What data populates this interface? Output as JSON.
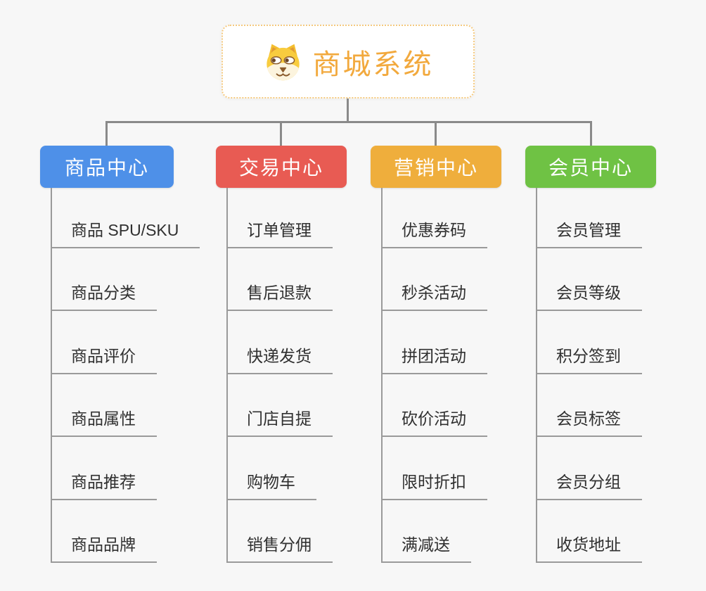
{
  "root": {
    "title": "商城系统",
    "icon": "shiba-dog-icon"
  },
  "branches": [
    {
      "id": "product-center",
      "label": "商品中心",
      "color": "#4E90E8",
      "children": [
        "商品 SPU/SKU",
        "商品分类",
        "商品评价",
        "商品属性",
        "商品推荐",
        "商品品牌"
      ]
    },
    {
      "id": "trade-center",
      "label": "交易中心",
      "color": "#E85B53",
      "children": [
        "订单管理",
        "售后退款",
        "快递发货",
        "门店自提",
        "购物车",
        "销售分佣"
      ]
    },
    {
      "id": "marketing-center",
      "label": "营销中心",
      "color": "#EFAE3C",
      "children": [
        "优惠券码",
        "秒杀活动",
        "拼团活动",
        "砍价活动",
        "限时折扣",
        "满减送"
      ]
    },
    {
      "id": "member-center",
      "label": "会员中心",
      "color": "#6FC244",
      "children": [
        "会员管理",
        "会员等级",
        "积分签到",
        "会员标签",
        "会员分组",
        "收货地址"
      ]
    }
  ],
  "colors": {
    "background": "#f7f7f7",
    "connector": "#8a8a8a",
    "child_line": "#9a9a9a",
    "child_text": "#303030",
    "root_text": "#f2a93d",
    "root_border": "#f5c97e"
  }
}
